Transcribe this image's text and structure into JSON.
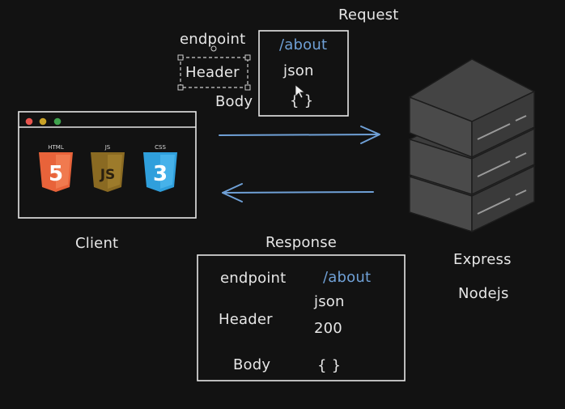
{
  "request": {
    "title": "Request",
    "labels": {
      "endpoint": "endpoint",
      "header": "Header",
      "body": "Body"
    },
    "values": {
      "endpoint": "/about",
      "header": "json",
      "body": "{ }"
    }
  },
  "browser": {
    "tech": [
      {
        "label": "HTML",
        "glyph": "5",
        "color": "#e8633a"
      },
      {
        "label": "JS",
        "glyph": "JS",
        "color": "#8a6a22"
      },
      {
        "label": "CSS",
        "glyph": "3",
        "color": "#2f9fdc"
      }
    ],
    "caption": "Client"
  },
  "server": {
    "caption_1": "Express",
    "caption_2": "Nodejs"
  },
  "response": {
    "title": "Response",
    "labels": {
      "endpoint": "endpoint",
      "header": "Header",
      "body": "Body"
    },
    "values": {
      "endpoint": "/about",
      "header_1": "json",
      "header_2": "200",
      "body": "{ }"
    }
  },
  "colors": {
    "background": "#121212",
    "stroke": "#e6e6e6",
    "accent_blue": "#6fa0d6",
    "dot_red": "#e8544d",
    "dot_yellow": "#c9a227",
    "dot_green": "#3fa34d"
  }
}
